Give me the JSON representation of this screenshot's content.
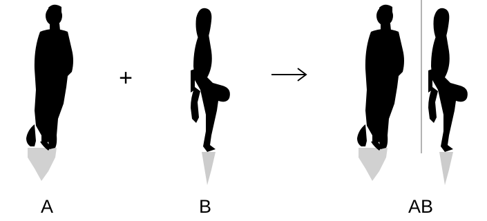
{
  "labels": {
    "a": "A",
    "b": "B",
    "ab": "AB"
  },
  "operators": {
    "plus": "+",
    "arrow": "→"
  },
  "colors": {
    "silhouette": "#000000",
    "divider": "#9a9a9a",
    "background": "#ffffff"
  }
}
